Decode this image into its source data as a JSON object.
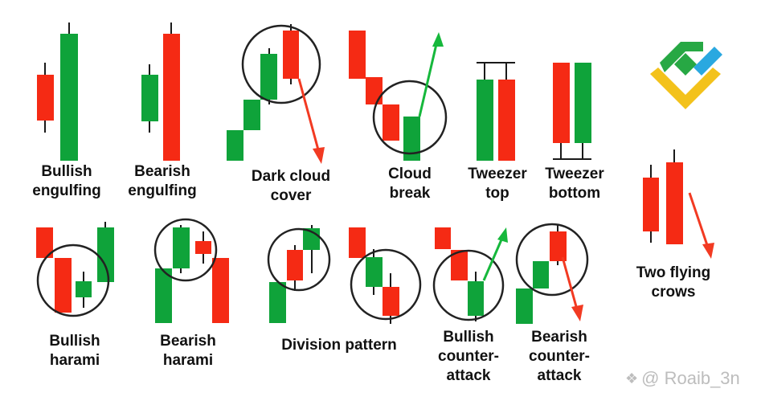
{
  "colors": {
    "bull": "#0fa33a",
    "bear": "#f52a14",
    "wick": "#1a1a1a",
    "circle": "#222222",
    "arrow_up": "#16b83c",
    "arrow_down": "#f23a22",
    "logo_green": "#27a844",
    "logo_blue": "#2aa8e0",
    "logo_yellow": "#f3c21b"
  },
  "labels": {
    "bullish_engulfing": "Bullish\nengulfing",
    "bearish_engulfing": "Bearish\nengulfing",
    "dark_cloud_cover": "Dark cloud\ncover",
    "cloud_break": "Cloud\nbreak",
    "tweezer_top": "Tweezer\ntop",
    "tweezer_bottom": "Tweezer\nbottom",
    "two_flying_crows": "Two flying\ncrows",
    "bullish_harami": "Bullish\nharami",
    "bearish_harami": "Bearish\nharami",
    "division_pattern": "Division pattern",
    "bullish_counter_attack": "Bullish\ncounter-\nattack",
    "bearish_counter_attack": "Bearish\ncounter-\nattack"
  },
  "logo": {
    "icon": "litefinance-logo"
  },
  "watermark": {
    "icon": "butterfly-icon",
    "text": "@ Roaib_3n"
  }
}
